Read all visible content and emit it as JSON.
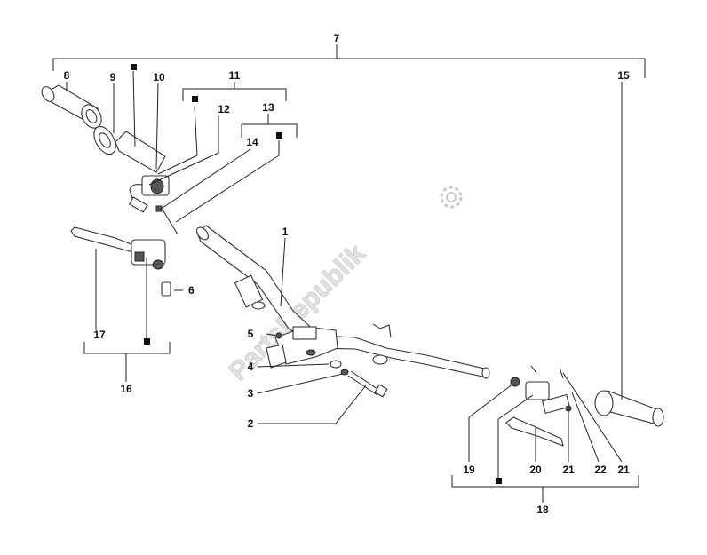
{
  "diagram": {
    "labels": {
      "p1": "1",
      "p2": "2",
      "p3": "3",
      "p4": "4",
      "p5": "5",
      "p6": "6",
      "p7": "7",
      "p8": "8",
      "p9": "9",
      "p10": "10",
      "p11": "11",
      "p12": "12",
      "p13": "13",
      "p14": "14",
      "p15": "15",
      "p16": "16",
      "p17": "17",
      "p18": "18",
      "p19": "19",
      "p20": "20",
      "p21a": "21",
      "p21b": "21",
      "p22": "22"
    },
    "watermark": "PartsRepublik"
  },
  "colors": {
    "line": "#222222",
    "watermark": "#c9c9c9"
  }
}
